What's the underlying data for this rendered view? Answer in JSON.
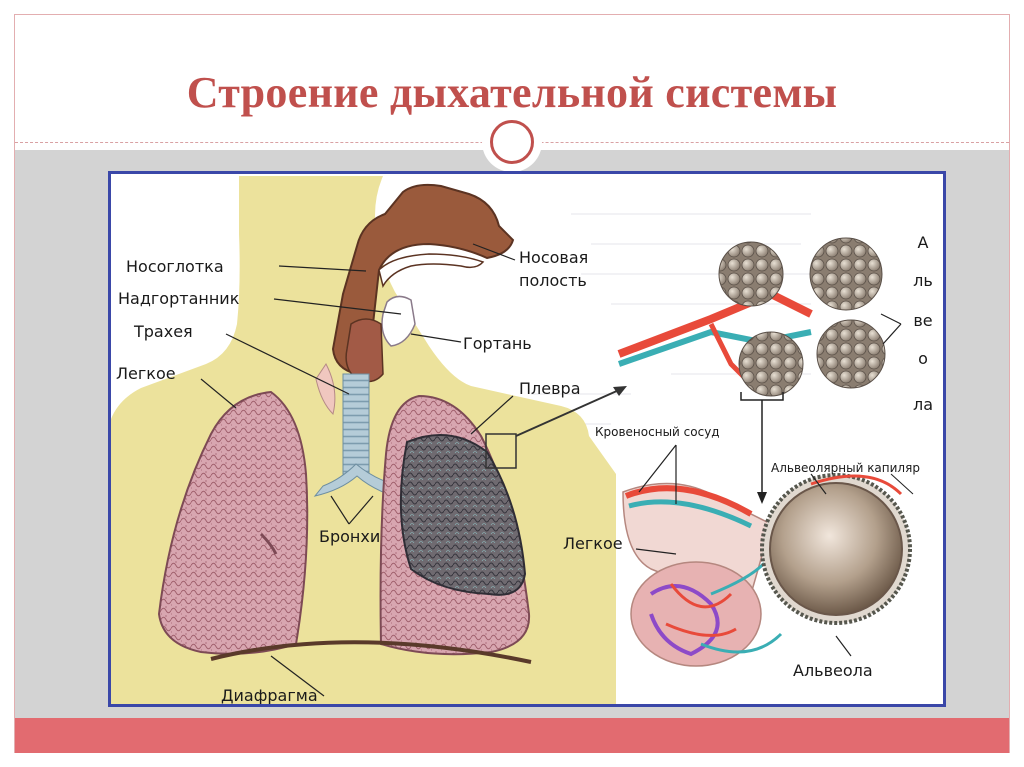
{
  "slide": {
    "title": "Строение дыхательной системы"
  },
  "colors": {
    "title": "#c0504d",
    "accent_bar": "#e26b70",
    "band": "#d3d3d3",
    "figure_border": "#3a47a8",
    "body": "#ece29c",
    "lung": "#d8a6b0",
    "airway": "#b5ccd8",
    "vessel_red": "#e84a3a",
    "vessel_teal": "#3aaeb4"
  },
  "diagram": {
    "labels": {
      "nasopharynx": "Носоглотка",
      "epiglottis": "Надгортанник",
      "trachea": "Трахея",
      "lung": "Легкое",
      "nasal_cavity_1": "Носовая",
      "nasal_cavity_2": "полость",
      "larynx": "Гортань",
      "pleura": "Плевра",
      "bronchi": "Бронхи",
      "diaphragm": "Диафрагма",
      "blood_vessel": "Кровеносный сосуд",
      "alveolar_capillary": "Альвеолярный капиляр",
      "lung_detail": "Легкое",
      "alveola": "Альвеола",
      "alveoli_vertical": [
        "А",
        "ль",
        "ве",
        "о",
        "ла"
      ]
    }
  }
}
